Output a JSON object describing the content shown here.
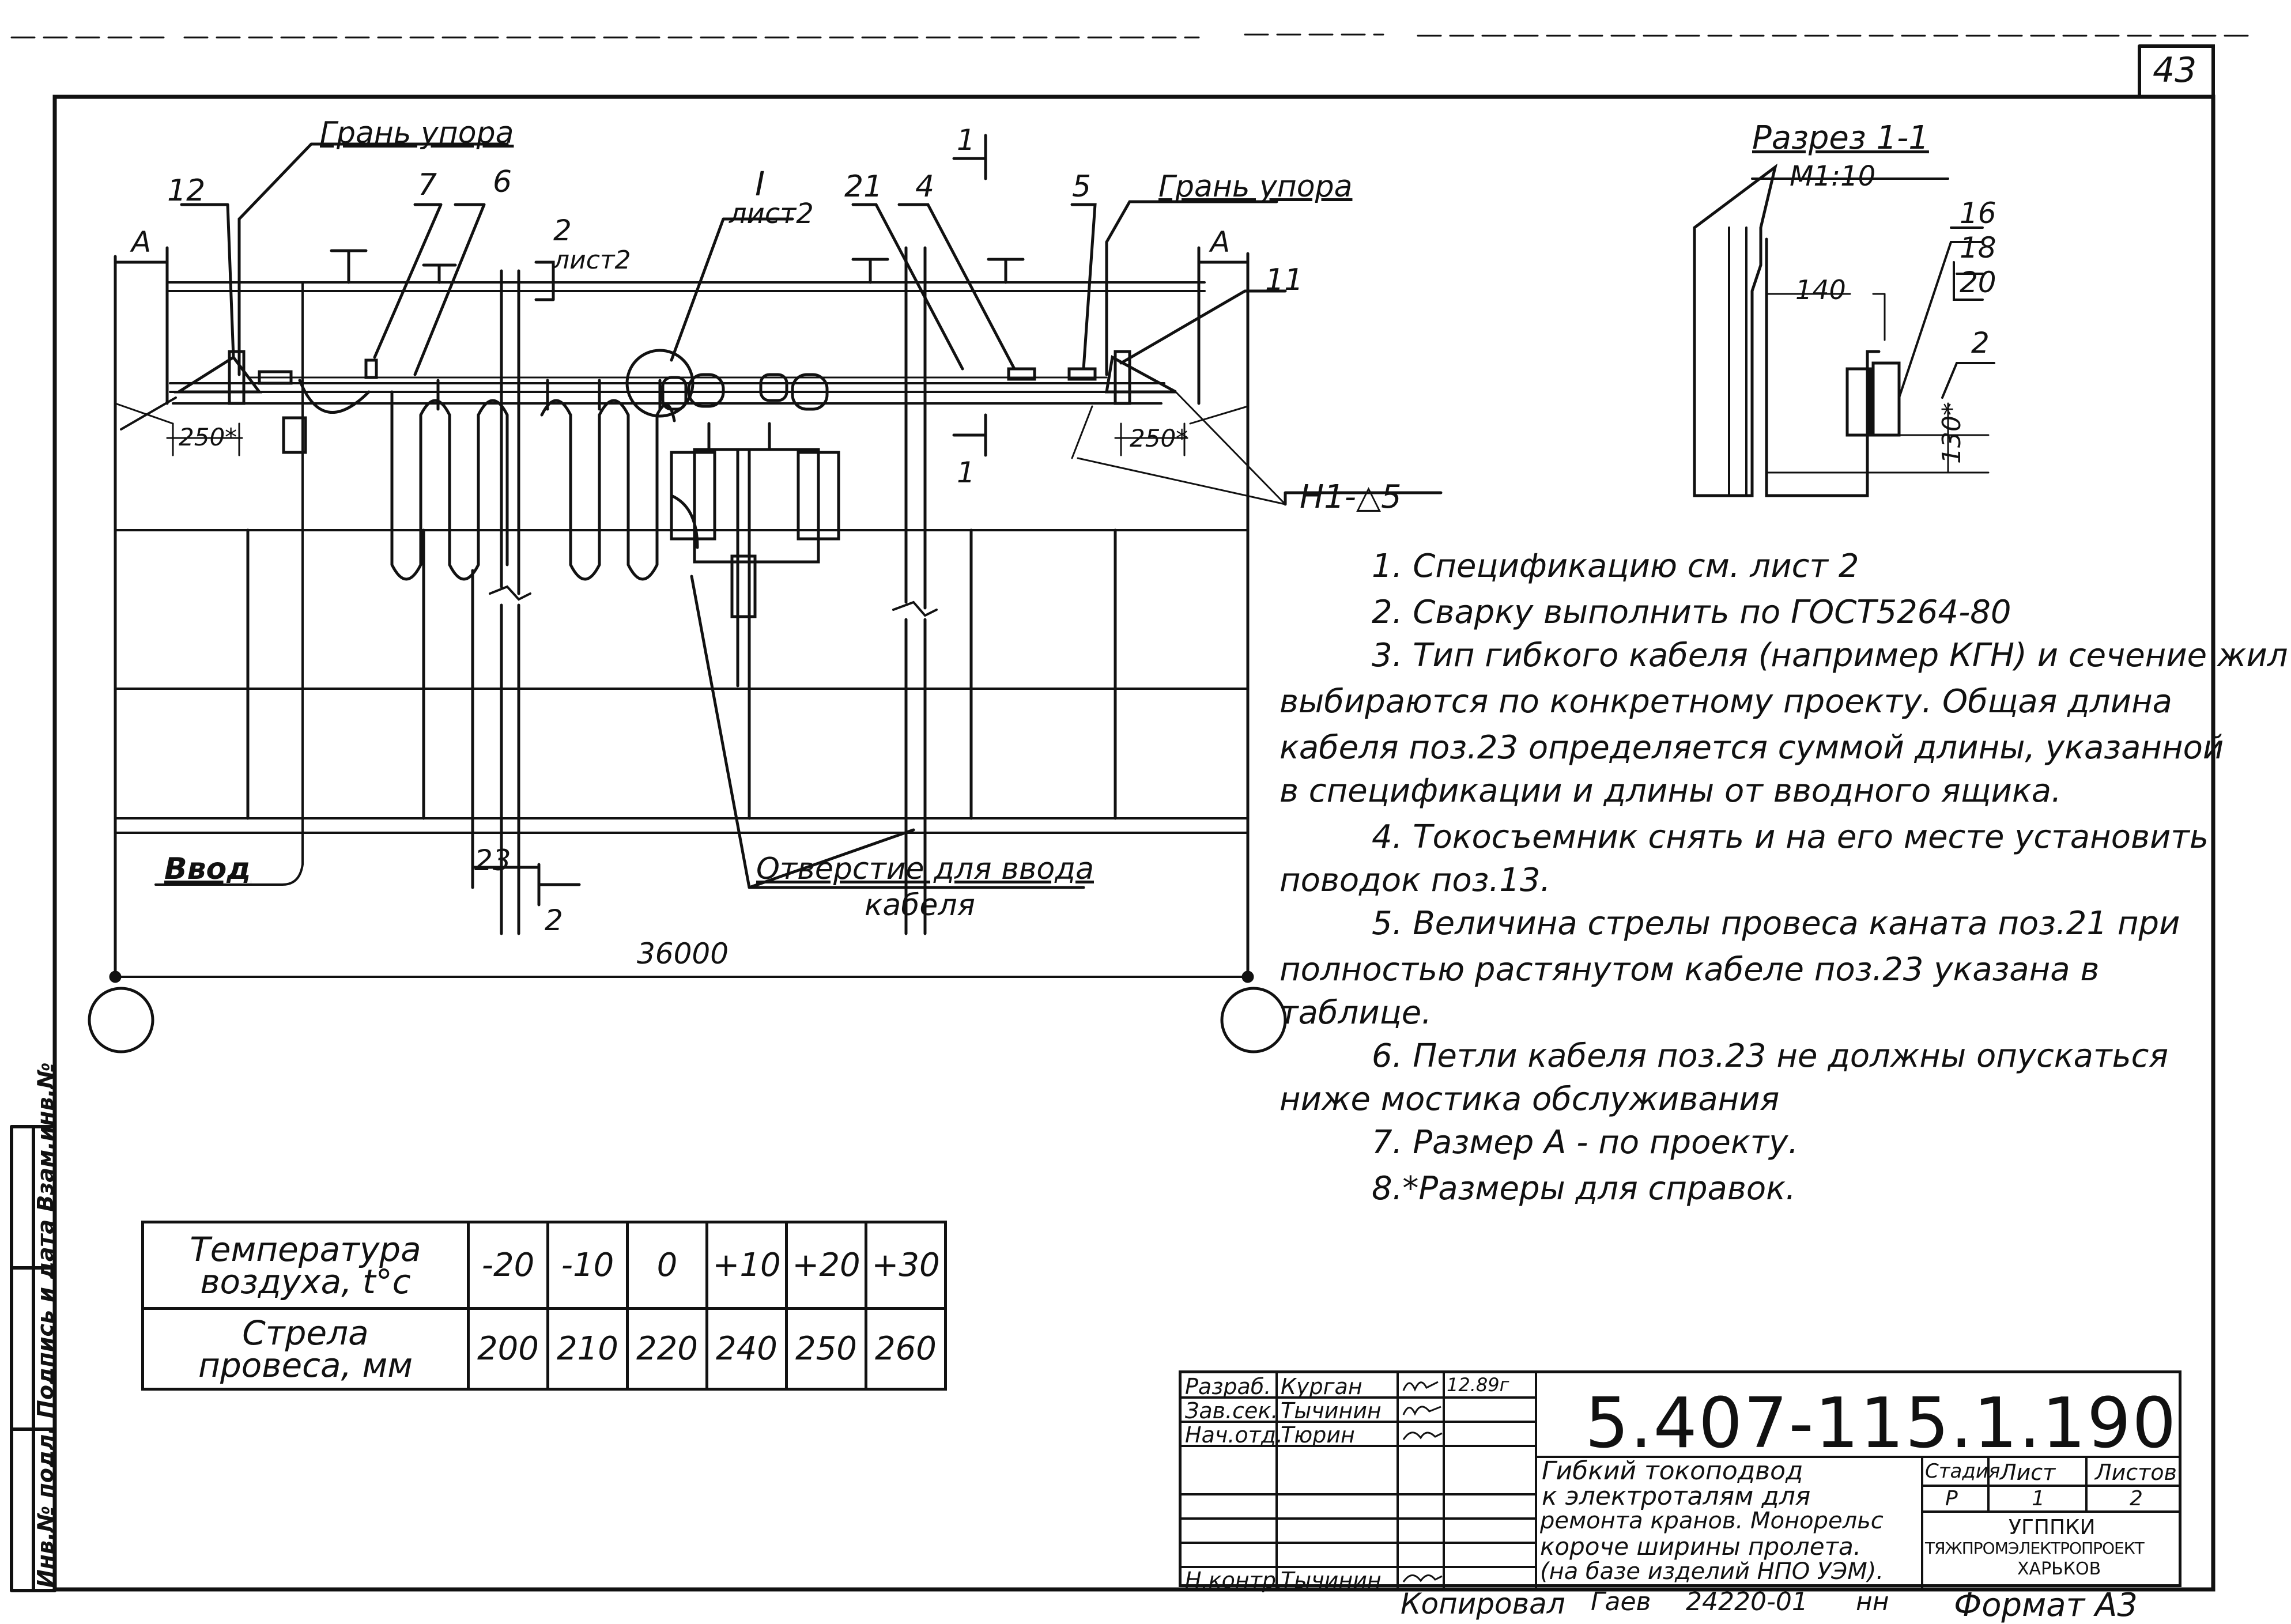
{
  "sheet_number": "43",
  "plan": {
    "labels": {
      "edge_left": "Грань упора",
      "edge_right": "Грань упора",
      "view_1": "I",
      "view_1_sheet": "лист2",
      "section_2": "2",
      "section_2_sheet": "лист2",
      "section_1_top": "1",
      "section_1_bottom": "1",
      "section_2_bottom": "2",
      "dim_a_left": "А",
      "dim_a_right": "А",
      "dim_250_left": "250*",
      "dim_250_right": "250*",
      "span": "36000",
      "entry": "Ввод",
      "hole": "Отверстие для ввода",
      "hole_2": "кабеля",
      "weld": "Н1-△5",
      "pos": [
        "12",
        "7",
        "6",
        "21",
        "4",
        "5",
        "11",
        "23"
      ]
    }
  },
  "section": {
    "title": "Разрез 1-1",
    "scale": "М1:10",
    "dim_140": "140",
    "dim_130": "130*",
    "pos_16": "16",
    "pos_18": "18",
    "pos_20": "20",
    "pos_2": "2"
  },
  "notes": [
    "1. Спецификацию см. лист 2",
    "2. Сварку выполнить по ГОСТ5264-80",
    "3. Тип гибкого кабеля (например КГН) и сечение жил",
    "выбираются по конкретному проекту. Общая длина",
    "кабеля поз.23 определяется суммой длины, указанной",
    "в спецификации и длины от вводного ящика.",
    "4. Токосъемник снять и на его месте установить",
    "поводок поз.13.",
    "5. Величина стрелы провеса каната поз.21 при",
    "полностью растянутом кабеле поз.23 указана в",
    "таблице.",
    "6. Петли кабеля поз.23 не должны опускаться",
    "ниже мостика обслуживания",
    "7. Размер А - по проекту.",
    "8.*Размеры для справок."
  ],
  "table": {
    "row1_label_1": "Температура",
    "row1_label_2": "воздуха, t°с",
    "row2_label_1": "Стрела",
    "row2_label_2": "провеса, мм",
    "temps": [
      "-20",
      "-10",
      "0",
      "+10",
      "+20",
      "+30"
    ],
    "sags": [
      "200",
      "210",
      "220",
      "240",
      "250",
      "260"
    ]
  },
  "title_block": {
    "doc_code": "5.407-115.1.190",
    "roles": [
      "Разраб.",
      "Зав.сек.",
      "Нач.отд.",
      "Н.контр."
    ],
    "names": [
      "Курган",
      "Тычинин",
      "Тюрин",
      "Тычинин"
    ],
    "date": "12.89г",
    "title_lines": [
      "Гибкий токоподвод",
      "к электроталям для",
      "ремонта кранов. Монорельс",
      "короче ширины пролета.",
      "(на базе изделий НПО УЭМ)."
    ],
    "stage_label": "Стадия",
    "sheet_label": "Лист",
    "sheets_label": "Листов",
    "stage": "Р",
    "sheet": "1",
    "sheets": "2",
    "org_1": "УГППКИ",
    "org_2": "ТЯЖПРОМЭЛЕКТРОПРОЕКТ",
    "org_3": "ХАРЬКОВ"
  },
  "footer": {
    "copied": "Копировал",
    "copied_sign": "Гаев",
    "order": "24220-01",
    "order_suffix": "нн",
    "format": "Формат А3"
  },
  "side_stamp": "Инв.№ подл. Подпись и дата Взам.инв.№"
}
